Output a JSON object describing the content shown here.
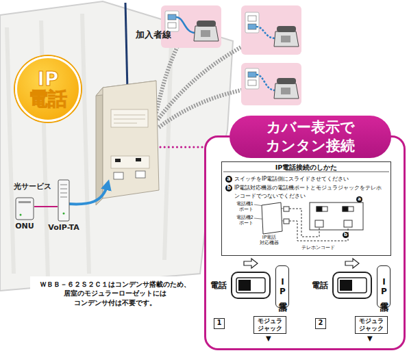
{
  "diagram": {
    "nodes": [
      {
        "text": [
          "IP 電話"
        ]
      },
      {
        "text": [
          "ONU"
        ]
      },
      {
        "text": [
          "VoIP-TA"
        ]
      },
      {
        "text": [
          "ＷＢＢ－６２Ｓ２Ｃ１はコンデンサ搭載のため、 居室のモジュラーローゼットには コンデンサ付は不要です。"
        ]
      },
      {
        "text": [
          "カバー表示で カンタン接続"
        ]
      },
      {
        "text": [
          "IP電話接続のしかた",
          "スイッチをIP電話側にスライドさせてください",
          "IP電話対応機器の電話機ポートとモジュラジャックをテレホンコードでつないでください"
        ],
        "in": 4
      },
      {
        "text": [
          "IP電話"
        ],
        "in": 4
      },
      {
        "text": [
          "モジュラ ジャック"
        ],
        "in": 4
      },
      {
        "text": [
          "IP電話"
        ],
        "in": 4
      },
      {
        "text": [
          "モジュラ ジャック"
        ],
        "in": 4
      }
    ],
    "edges": [
      {
        "from": 1,
        "to": 2,
        "arrow": "none"
      }
    ],
    "labels": [
      "加入者線",
      "光サービス",
      "a",
      "b",
      "電話機1 ポート",
      "電話機2 ポート",
      "IP電話 対応機器",
      "a",
      "b",
      "テレホンコード",
      "電話",
      "1",
      "▼",
      "電話",
      "2",
      "▼"
    ]
  }
}
